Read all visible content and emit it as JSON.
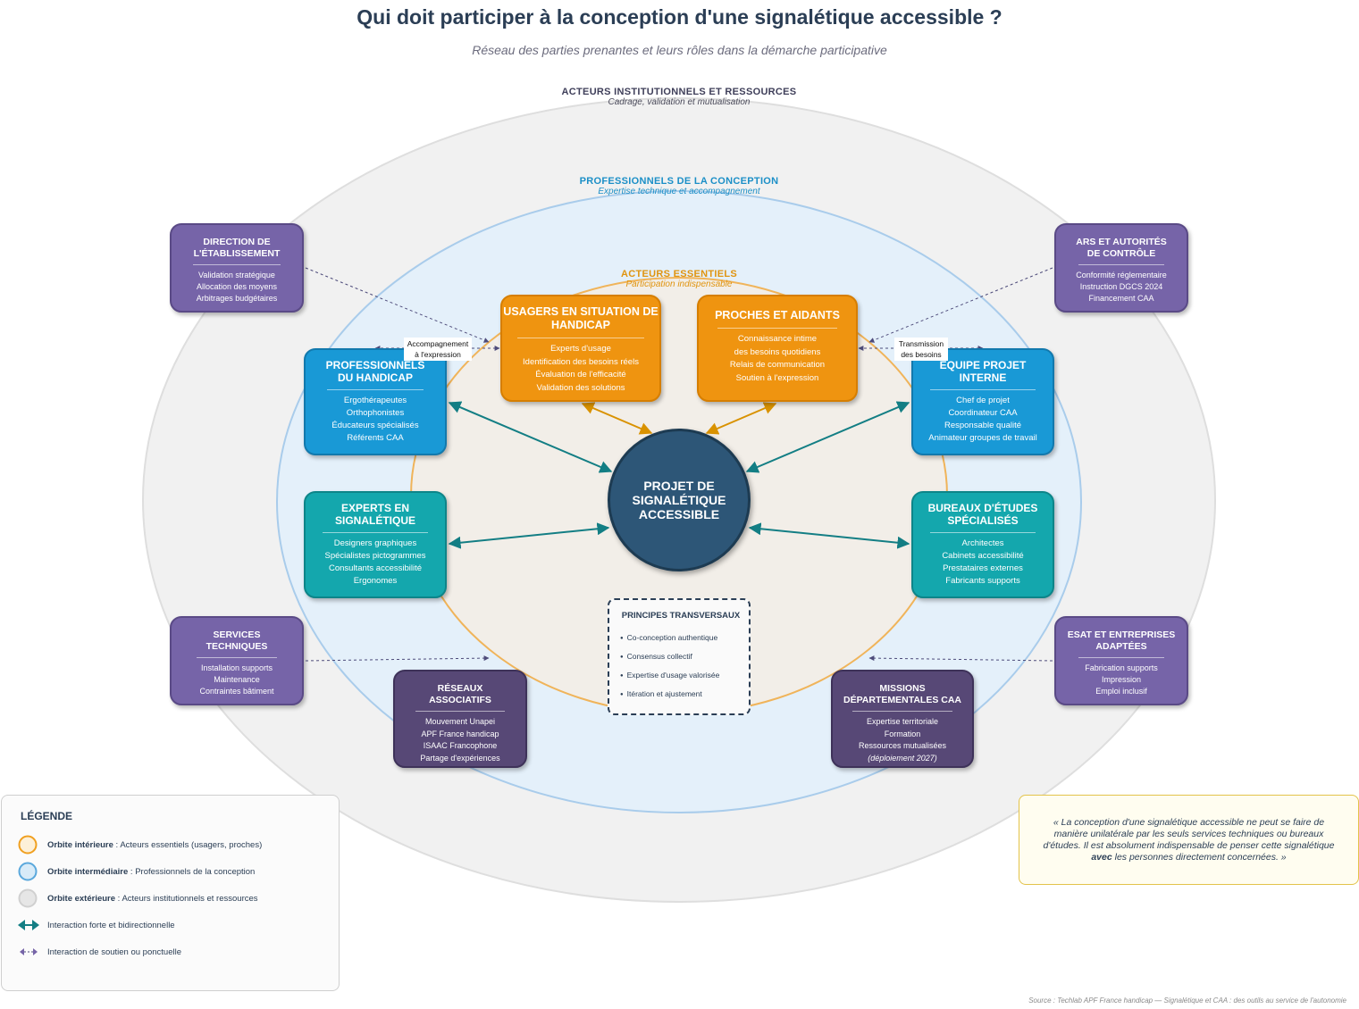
{
  "title": "Qui doit participer à la conception d'une signalétique accessible ?",
  "subtitle": "Réseau des parties prenantes et leurs rôles dans la démarche participative",
  "rings": {
    "outer": {
      "title": "ACTEURS INSTITUTIONNELS ET RESSOURCES",
      "subtitle": "Cadrage, validation et mutualisation"
    },
    "middle": {
      "title": "PROFESSIONNELS DE LA CONCEPTION",
      "subtitle": "Expertise technique et accompagnement"
    },
    "inner": {
      "title": "ACTEURS ESSENTIELS",
      "subtitle": "Participation indispensable"
    }
  },
  "center": {
    "label": "PROJET DE SIGNALÉTIQUE ACCESSIBLE"
  },
  "nodes": {
    "usagers": {
      "title": "USAGERS EN SITUATION DE HANDICAP",
      "items": [
        "Experts d'usage",
        "Identification des besoins réels",
        "Évaluation de l'efficacité",
        "Validation des solutions"
      ]
    },
    "proches": {
      "title": "PROCHES ET AIDANTS",
      "items": [
        "Connaissance intime",
        "des besoins quotidiens",
        "Relais de communication",
        "Soutien à l'expression"
      ]
    },
    "pro_handicap": {
      "title": "PROFESSIONNELS DU HANDICAP",
      "items": [
        "Ergothérapeutes",
        "Orthophonistes",
        "Éducateurs spécialisés",
        "Référents CAA"
      ]
    },
    "equipe": {
      "title": "ÉQUIPE PROJET INTERNE",
      "items": [
        "Chef de projet",
        "Coordinateur CAA",
        "Responsable qualité",
        "Animateur groupes de travail"
      ]
    },
    "experts": {
      "title": "EXPERTS EN SIGNALÉTIQUE",
      "items": [
        "Designers graphiques",
        "Spécialistes pictogrammes",
        "Consultants accessibilité",
        "Ergonomes"
      ]
    },
    "bureaux": {
      "title": "BUREAUX D'ÉTUDES SPÉCIALISÉS",
      "items": [
        "Architectes",
        "Cabinets accessibilité",
        "Prestataires externes",
        "Fabricants supports"
      ]
    },
    "direction": {
      "title": "DIRECTION DE L'ÉTABLISSEMENT",
      "items": [
        "Validation stratégique",
        "Allocation des moyens",
        "Arbitrages budgétaires"
      ]
    },
    "ars": {
      "title": "ARS ET AUTORITÉS DE CONTRÔLE",
      "items": [
        "Conformité réglementaire",
        "Instruction DGCS 2024",
        "Financement CAA"
      ]
    },
    "services": {
      "title": "SERVICES TECHNIQUES",
      "items": [
        "Installation supports",
        "Maintenance",
        "Contraintes bâtiment"
      ]
    },
    "esat": {
      "title": "ESAT ET ENTREPRISES ADAPTÉES",
      "items": [
        "Fabrication supports",
        "Impression",
        "Emploi inclusif"
      ]
    },
    "reseaux": {
      "title": "RÉSEAUX ASSOCIATIFS",
      "items": [
        "Mouvement Unapei",
        "APF France handicap",
        "ISAAC Francophone",
        "Partage d'expériences"
      ]
    },
    "missions": {
      "title": "MISSIONS DÉPARTEMENTALES CAA",
      "items": [
        "Expertise territoriale",
        "Formation",
        "Ressources mutualisées",
        "(déploiement 2027)"
      ]
    }
  },
  "connection_labels": {
    "accompagnement": "Accompagnement à l'expression",
    "transmission": "Transmission des besoins"
  },
  "principles": {
    "title": "PRINCIPES TRANSVERSAUX",
    "items": [
      "Co-conception authentique",
      "Consensus collectif",
      "Expertise d'usage valorisée",
      "Itération et ajustement"
    ]
  },
  "legend": {
    "title": "LÉGENDE",
    "inner_strong": "Orbite intérieure",
    "inner_text": " : Acteurs essentiels (usagers, proches)",
    "middle_strong": "Orbite intermédiaire",
    "middle_text": " : Professionnels de la conception",
    "outer_strong": "Orbite extérieure",
    "outer_text": " : Acteurs institutionnels et ressources",
    "strong_interaction": "Interaction forte et bidirectionnelle",
    "support_interaction": "Interaction de soutien ou ponctuelle"
  },
  "quote": {
    "part1": "« La conception d'une signalétique accessible ne peut se faire de manière unilatérale par les seuls services techniques ou bureaux d'études. Il est absolument indispensable de penser cette signalétique ",
    "emphasis": "avec",
    "part2": " les personnes directement concernées. »"
  },
  "source": "Source : Techlab APF France handicap — Signalétique et CAA : des outils au service de l'autonomie",
  "colors": {
    "title": "#2b3e55",
    "orange": "#ef9410",
    "blue": "#1999d6",
    "teal": "#14a7ad",
    "lavender": "#7664a8",
    "dark_purple": "#574876",
    "center": "#2d5677",
    "strong_arrow": "#137e84",
    "support_arrow": "#4d4b7a",
    "orange_arrow": "#d99200"
  }
}
